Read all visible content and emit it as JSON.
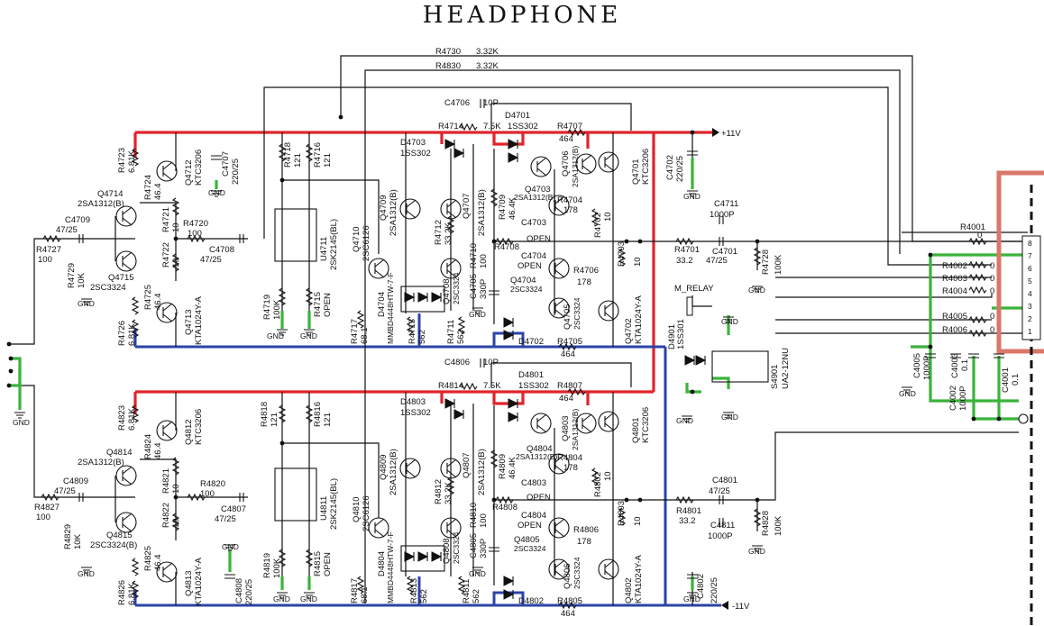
{
  "title": "HEADPHONE",
  "rails": {
    "positive": "+11V",
    "negative": "-11V"
  },
  "relay": {
    "label": "M_RELAY"
  },
  "top_channel": {
    "long_resistors": [
      {
        "ref": "R4730",
        "value": "3.32K"
      },
      {
        "ref": "R4830",
        "value": "3.32K"
      }
    ],
    "components": [
      {
        "ref": "C4706",
        "value": "10P"
      },
      {
        "ref": "D4701",
        "value": ""
      },
      {
        "ref": "R4714",
        "value": "7.5K"
      },
      {
        "ref": "D4701b",
        "value": "1SS302"
      },
      {
        "ref": "R4707",
        "value": "464"
      },
      {
        "ref": "D4703",
        "value": "1SS302"
      },
      {
        "ref": "R4723",
        "value": "6.81K"
      },
      {
        "ref": "Q4712",
        "value": "KTC3206"
      },
      {
        "ref": "C4707",
        "value": "220/25"
      },
      {
        "ref": "R4718",
        "value": "121"
      },
      {
        "ref": "R4716",
        "value": "121"
      },
      {
        "ref": "Q4714",
        "value": "2SA1312(B)"
      },
      {
        "ref": "R4724",
        "value": "46.4"
      },
      {
        "ref": "R4721",
        "value": "10"
      },
      {
        "ref": "R4720",
        "value": "100"
      },
      {
        "ref": "C4709",
        "value": "47/25"
      },
      {
        "ref": "R4727",
        "value": "100"
      },
      {
        "ref": "R4722",
        "value": "10"
      },
      {
        "ref": "C4708",
        "value": "47/25"
      },
      {
        "ref": "R4729",
        "value": "10K"
      },
      {
        "ref": "Q4715",
        "value": "2SC3324"
      },
      {
        "ref": "R4725",
        "value": "46.4"
      },
      {
        "ref": "Q4713",
        "value": "KTA1024Y-A"
      },
      {
        "ref": "R4726",
        "value": "6.81K"
      },
      {
        "ref": "U4711",
        "value": "2SK2145(BL)"
      },
      {
        "ref": "R4719",
        "value": "100K"
      },
      {
        "ref": "R4715",
        "value": "OPEN"
      },
      {
        "ref": "Q4709",
        "value": "2SA1312(B)"
      },
      {
        "ref": "Q4707",
        "value": "2SA1312(B)"
      },
      {
        "ref": "R4712",
        "value": "33.2K"
      },
      {
        "ref": "Q4710",
        "value": "2SC6126"
      },
      {
        "ref": "Q4708",
        "value": "2SC3324"
      },
      {
        "ref": "D4704",
        "value": "MMBD4448HTW-7-F"
      },
      {
        "ref": "R4713",
        "value": "562"
      },
      {
        "ref": "R4711",
        "value": "562"
      },
      {
        "ref": "R4717",
        "value": "68.1"
      },
      {
        "ref": "C4705",
        "value": "330P"
      },
      {
        "ref": "R4710",
        "value": "100"
      },
      {
        "ref": "R4709",
        "value": "46.4K"
      },
      {
        "ref": "R4708",
        "value": ""
      },
      {
        "ref": "C4703",
        "value": "OPEN"
      },
      {
        "ref": "C4704",
        "value": "OPEN"
      },
      {
        "ref": "Q4703",
        "value": "2SA1312(B)"
      },
      {
        "ref": "Q4706",
        "value": "2SA1312(B)"
      },
      {
        "ref": "R4704",
        "value": "178"
      },
      {
        "ref": "Q4704",
        "value": "2SC3324"
      },
      {
        "ref": "R4706",
        "value": "178"
      },
      {
        "ref": "Q4705",
        "value": "2SC3324"
      },
      {
        "ref": "R4702",
        "value": "10"
      },
      {
        "ref": "R4703",
        "value": "10"
      },
      {
        "ref": "Q4701",
        "value": "KTC3206"
      },
      {
        "ref": "Q4702",
        "value": "KTA1024Y-A"
      },
      {
        "ref": "D4702",
        "value": ""
      },
      {
        "ref": "R4705",
        "value": "464"
      },
      {
        "ref": "C4702",
        "value": "220/25"
      },
      {
        "ref": "C4711",
        "value": "1000P"
      },
      {
        "ref": "R4701",
        "value": "33.2"
      },
      {
        "ref": "C4701",
        "value": "47/25"
      },
      {
        "ref": "R4728",
        "value": "100K"
      }
    ]
  },
  "bottom_channel": {
    "components": [
      {
        "ref": "C4806",
        "value": "10P"
      },
      {
        "ref": "D4801",
        "value": ""
      },
      {
        "ref": "R4814",
        "value": "7.5K"
      },
      {
        "ref": "D4801b",
        "value": "1SS302"
      },
      {
        "ref": "R4807",
        "value": "464"
      },
      {
        "ref": "D4803",
        "value": "1SS302"
      },
      {
        "ref": "R4823",
        "value": "6.81K"
      },
      {
        "ref": "Q4812",
        "value": "KTC3206"
      },
      {
        "ref": "R4818",
        "value": "121"
      },
      {
        "ref": "R4816",
        "value": "121"
      },
      {
        "ref": "Q4814",
        "value": "2SA1312(B)"
      },
      {
        "ref": "R4824",
        "value": "46.4"
      },
      {
        "ref": "R4821",
        "value": "10"
      },
      {
        "ref": "R4820",
        "value": "100"
      },
      {
        "ref": "C4809",
        "value": "47/25"
      },
      {
        "ref": "R4827",
        "value": "100"
      },
      {
        "ref": "R4822",
        "value": "10"
      },
      {
        "ref": "C4807",
        "value": "47/25"
      },
      {
        "ref": "R4829",
        "value": "10K"
      },
      {
        "ref": "Q4815",
        "value": "2SC3324(B)"
      },
      {
        "ref": "R4825",
        "value": "46.4"
      },
      {
        "ref": "Q4813",
        "value": "KTA1024Y-A"
      },
      {
        "ref": "R4826",
        "value": "6.81K"
      },
      {
        "ref": "U4811",
        "value": "2SK2145(BL)"
      },
      {
        "ref": "R4819",
        "value": "100K"
      },
      {
        "ref": "R4815",
        "value": "OPEN"
      },
      {
        "ref": "C4808",
        "value": "220/25"
      },
      {
        "ref": "Q4809",
        "value": "2SA1312(B)"
      },
      {
        "ref": "Q4807",
        "value": "2SA1312(B)"
      },
      {
        "ref": "R4812",
        "value": "33.2K"
      },
      {
        "ref": "Q4810",
        "value": "2SC6126"
      },
      {
        "ref": "Q4808",
        "value": "2SC3324"
      },
      {
        "ref": "D4804",
        "value": "MMBD4448HTW-7-F"
      },
      {
        "ref": "R4813",
        "value": "562"
      },
      {
        "ref": "R4811",
        "value": "562"
      },
      {
        "ref": "R4817",
        "value": "68.1"
      },
      {
        "ref": "C4805",
        "value": "330P"
      },
      {
        "ref": "R4810",
        "value": "100"
      },
      {
        "ref": "R4809",
        "value": "46.4K"
      },
      {
        "ref": "R4808",
        "value": ""
      },
      {
        "ref": "C4803",
        "value": "OPEN"
      },
      {
        "ref": "C4804",
        "value": "OPEN"
      },
      {
        "ref": "Q4803",
        "value": "2SA1312(B)"
      },
      {
        "ref": "Q4804",
        "value": "2SA1312(B)"
      },
      {
        "ref": "R4804",
        "value": "178"
      },
      {
        "ref": "Q4805",
        "value": "2SC3324"
      },
      {
        "ref": "R4806",
        "value": "178"
      },
      {
        "ref": "Q4806",
        "value": "2SC3324"
      },
      {
        "ref": "R4802",
        "value": "10"
      },
      {
        "ref": "R4803",
        "value": "10"
      },
      {
        "ref": "Q4801",
        "value": "KTC3206"
      },
      {
        "ref": "Q4802",
        "value": "KTA1024Y-A"
      },
      {
        "ref": "D4802",
        "value": ""
      },
      {
        "ref": "R4805",
        "value": "464"
      },
      {
        "ref": "C4802",
        "value": "220/25"
      },
      {
        "ref": "C4801",
        "value": "47/25"
      },
      {
        "ref": "R4801",
        "value": "33.2"
      },
      {
        "ref": "C4811",
        "value": "1000P"
      },
      {
        "ref": "R4828",
        "value": "100K"
      }
    ]
  },
  "output_section": {
    "d4901": {
      "ref": "D4901",
      "value": "1SS301"
    },
    "s4901": {
      "ref": "S4901",
      "value": "UA2-12NU"
    },
    "output_resistors": [
      {
        "ref": "R4001",
        "value": "0"
      },
      {
        "ref": "R4002",
        "value": "0"
      },
      {
        "ref": "R4003",
        "value": "0"
      },
      {
        "ref": "R4004",
        "value": "0"
      },
      {
        "ref": "R4005",
        "value": "0"
      },
      {
        "ref": "R4006",
        "value": "0"
      }
    ],
    "caps": [
      {
        "ref": "C4005",
        "value": "1000P"
      },
      {
        "ref": "C4003",
        "value": "0.1"
      },
      {
        "ref": "C4002",
        "value": "1000P"
      },
      {
        "ref": "C4001",
        "value": "0.1"
      }
    ],
    "connector_pins": [
      "8",
      "7",
      "6",
      "5",
      "4",
      "3",
      "2",
      "1"
    ]
  },
  "ground_label": "GND",
  "colors": {
    "positive_rail": "#e0242b",
    "negative_rail": "#2c44a8",
    "ground": "#3bb33b",
    "connector": "#d9776a"
  }
}
